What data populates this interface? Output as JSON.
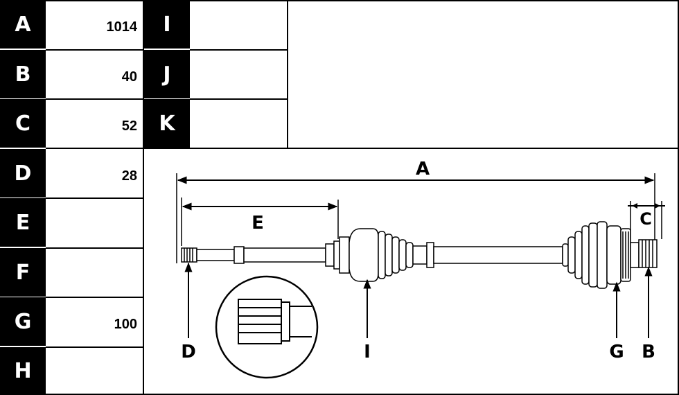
{
  "left_table": [
    {
      "key": "A",
      "value": "1014"
    },
    {
      "key": "B",
      "value": "40"
    },
    {
      "key": "C",
      "value": "52"
    },
    {
      "key": "D",
      "value": "28"
    },
    {
      "key": "E",
      "value": ""
    },
    {
      "key": "F",
      "value": ""
    },
    {
      "key": "G",
      "value": "100"
    },
    {
      "key": "H",
      "value": ""
    }
  ],
  "right_table": [
    {
      "key": "I",
      "value": ""
    },
    {
      "key": "J",
      "value": ""
    },
    {
      "key": "K",
      "value": ""
    }
  ],
  "diagram_labels": {
    "A": "A",
    "B": "B",
    "C": "C",
    "D": "D",
    "E": "E",
    "G": "G",
    "I": "I"
  }
}
